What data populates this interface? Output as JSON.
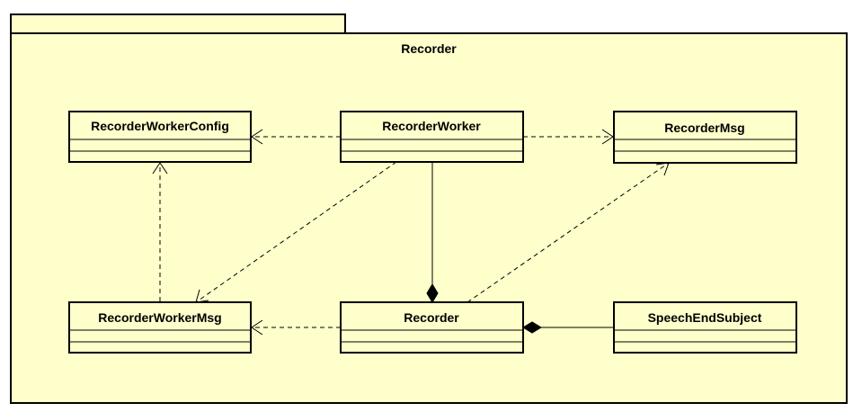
{
  "package": {
    "name": "Recorder"
  },
  "classes": {
    "recorder_worker_config": {
      "name": "RecorderWorkerConfig"
    },
    "recorder_worker": {
      "name": "RecorderWorker"
    },
    "recorder_msg": {
      "name": "RecorderMsg"
    },
    "recorder_worker_msg": {
      "name": "RecorderWorkerMsg"
    },
    "recorder": {
      "name": "Recorder"
    },
    "speech_end_subject": {
      "name": "SpeechEndSubject"
    }
  },
  "relations": [
    {
      "type": "dependency",
      "from": "RecorderWorker",
      "to": "RecorderWorkerConfig"
    },
    {
      "type": "dependency",
      "from": "RecorderWorker",
      "to": "RecorderMsg"
    },
    {
      "type": "dependency",
      "from": "RecorderWorker",
      "to": "RecorderWorkerMsg"
    },
    {
      "type": "dependency",
      "from": "RecorderWorkerMsg",
      "to": "RecorderWorkerConfig"
    },
    {
      "type": "dependency",
      "from": "Recorder",
      "to": "RecorderWorkerMsg"
    },
    {
      "type": "dependency",
      "from": "Recorder",
      "to": "RecorderMsg"
    },
    {
      "type": "composition",
      "whole": "Recorder",
      "part": "RecorderWorker"
    },
    {
      "type": "composition",
      "whole": "Recorder",
      "part": "SpeechEndSubject"
    }
  ],
  "colors": {
    "fill": "#ffffcc",
    "stroke": "#000000",
    "background": "#ffffff"
  }
}
